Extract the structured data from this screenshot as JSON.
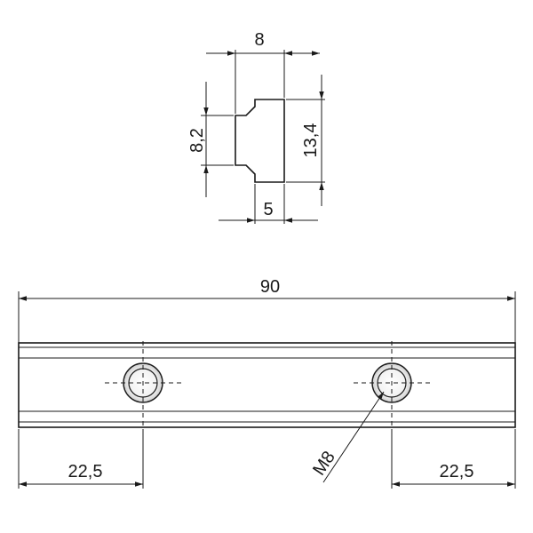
{
  "drawing": {
    "profile_view": {
      "width_label": "8",
      "inner_height_label": "8,2",
      "total_height_label": "13,4",
      "bottom_width_label": "5"
    },
    "top_view": {
      "length_label": "90",
      "left_offset_label": "22,5",
      "right_offset_label": "22,5",
      "thread_label": "M8"
    },
    "colors": {
      "line": "#1a1a1a",
      "part_fill": "#ffffff",
      "hole_shade": "#d9d9d9"
    }
  }
}
